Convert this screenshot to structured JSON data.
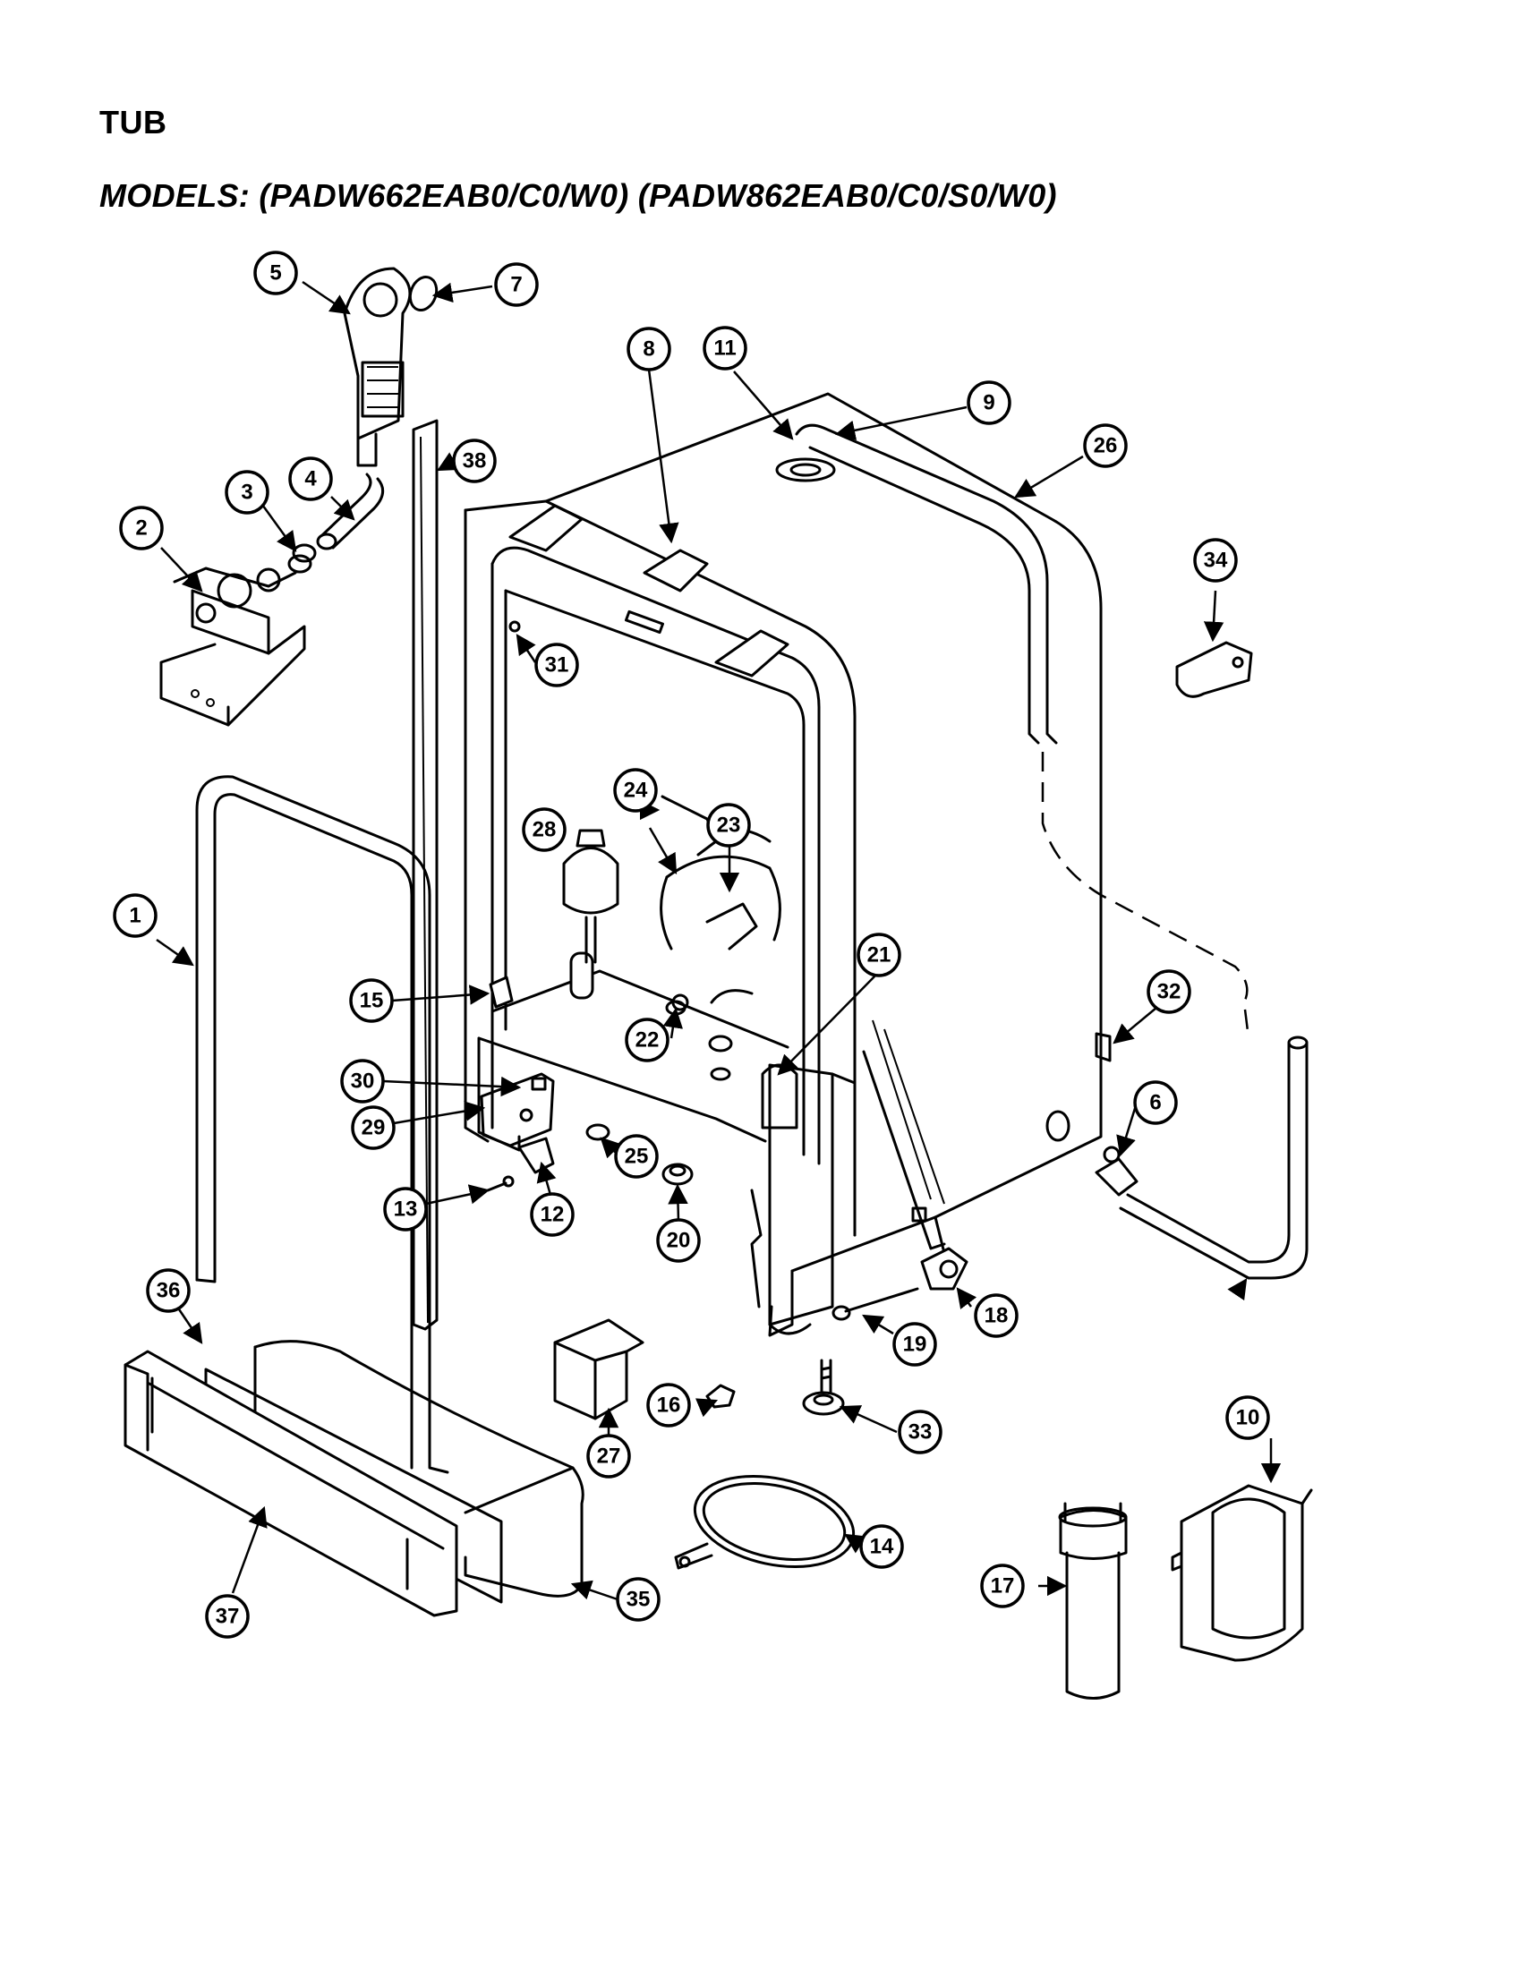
{
  "header": {
    "title": "TUB",
    "models": "MODELS: (PADW662EAB0/C0/W0) (PADW862EAB0/C0/S0/W0)"
  },
  "callouts": [
    "1",
    "2",
    "3",
    "4",
    "5",
    "6",
    "7",
    "8",
    "9",
    "10",
    "11",
    "12",
    "13",
    "14",
    "15",
    "16",
    "17",
    "18",
    "19",
    "20",
    "21",
    "22",
    "23",
    "24",
    "25",
    "26",
    "27",
    "28",
    "29",
    "30",
    "31",
    "32",
    "33",
    "34",
    "35",
    "36",
    "37",
    "38"
  ]
}
